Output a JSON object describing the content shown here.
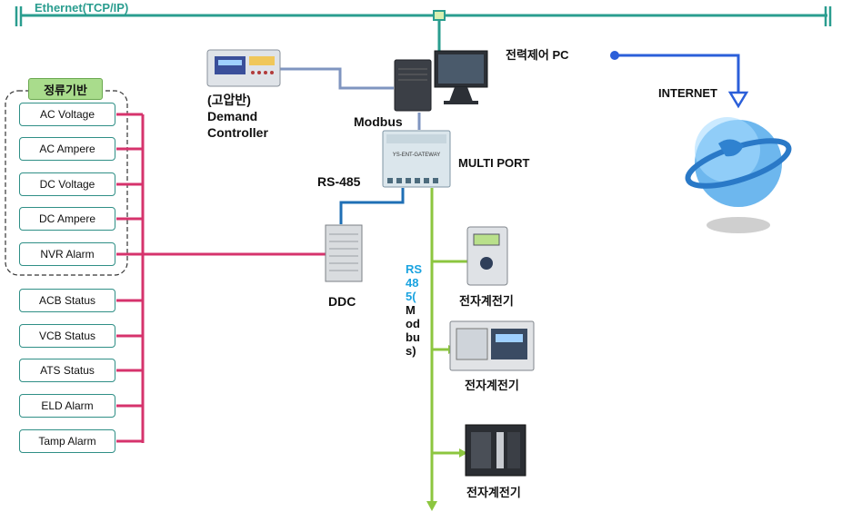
{
  "ethernet": {
    "label": "Ethernet(TCP/IP)"
  },
  "group": {
    "title": "정류기반"
  },
  "signals": {
    "grouped": [
      "AC Voltage",
      "AC Ampere",
      "DC Voltage",
      "DC Ampere",
      "NVR Alarm"
    ],
    "ungrouped": [
      "ACB Status",
      "VCB Status",
      "ATS Status",
      "ELD Alarm",
      "Tamp Alarm"
    ]
  },
  "devices": {
    "demand_controller": [
      "(고압반)",
      "Demand",
      "Controller"
    ],
    "modbus_label": "Modbus",
    "pc_label": "전력제어 PC",
    "internet_label": "INTERNET",
    "multiport_label": "MULTI PORT",
    "gateway_text": "YS-ENT-GATEWAY",
    "rs485_label": "RS-485",
    "ddc_label": "DDC",
    "rs485_vertical": [
      "RS",
      "48",
      "5(",
      "M",
      "od",
      "bu",
      "s)"
    ],
    "meters": [
      "전자계전기",
      "전자계전기",
      "전자계전기"
    ]
  },
  "colors": {
    "ethernet": "#2a9d8f",
    "signal_bus": "#d6336c",
    "rs485_bus": "#8cc63f",
    "rs485_link": "#1f6fb5",
    "internet_arrow": "#2b5fd9",
    "controller_link": "#7f95c0"
  }
}
